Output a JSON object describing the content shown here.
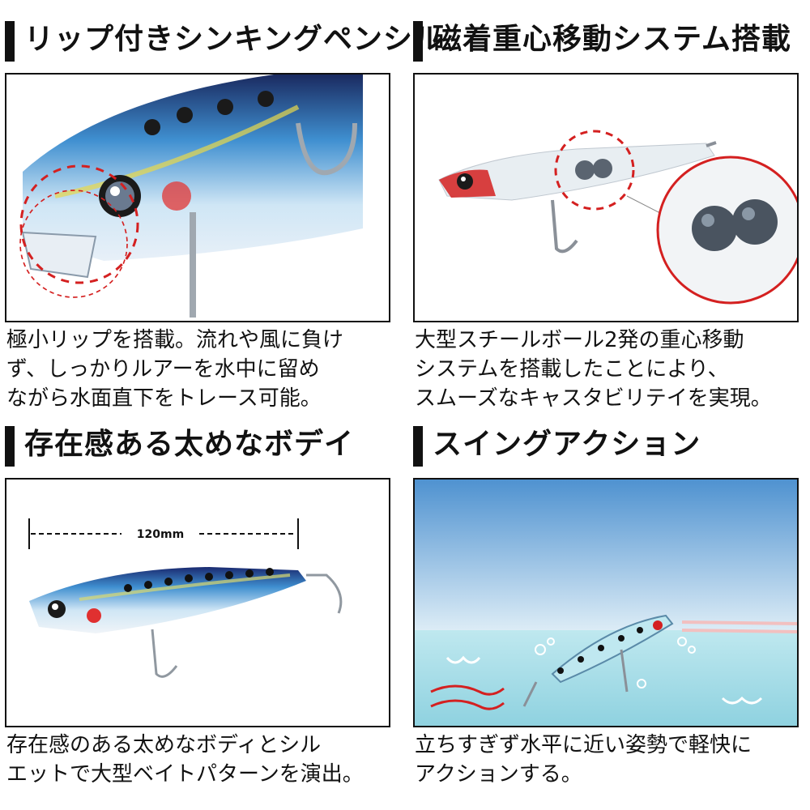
{
  "panels": [
    {
      "heading": "リップ付きシンキングペンシル",
      "caption": "極小リップを搭載。流れや風に負け\nず、しっかりルアーを水中に留め\nながら水面直下をトレース可能。"
    },
    {
      "heading": "磁着重心移動システム搭載",
      "caption": "大型スチールボール2発の重心移動\nシステムを搭載したことにより、\nスムーズなキャスタビリテイを実現。"
    },
    {
      "heading": "存在感ある太めなボデイ",
      "caption": "存在感のある太めなボディとシル\nエットで大型ベイトパターンを演出。",
      "dimension_label": "120mm"
    },
    {
      "heading": "スイングアクション",
      "caption": "立ちすぎず水平に近い姿勢で軽快に\nアクションする。"
    }
  ],
  "colors": {
    "accent_red": "#d42020",
    "sky": "#5fa0d8",
    "water": "#a8dce8",
    "lure_blue": "#3f8fd0"
  }
}
